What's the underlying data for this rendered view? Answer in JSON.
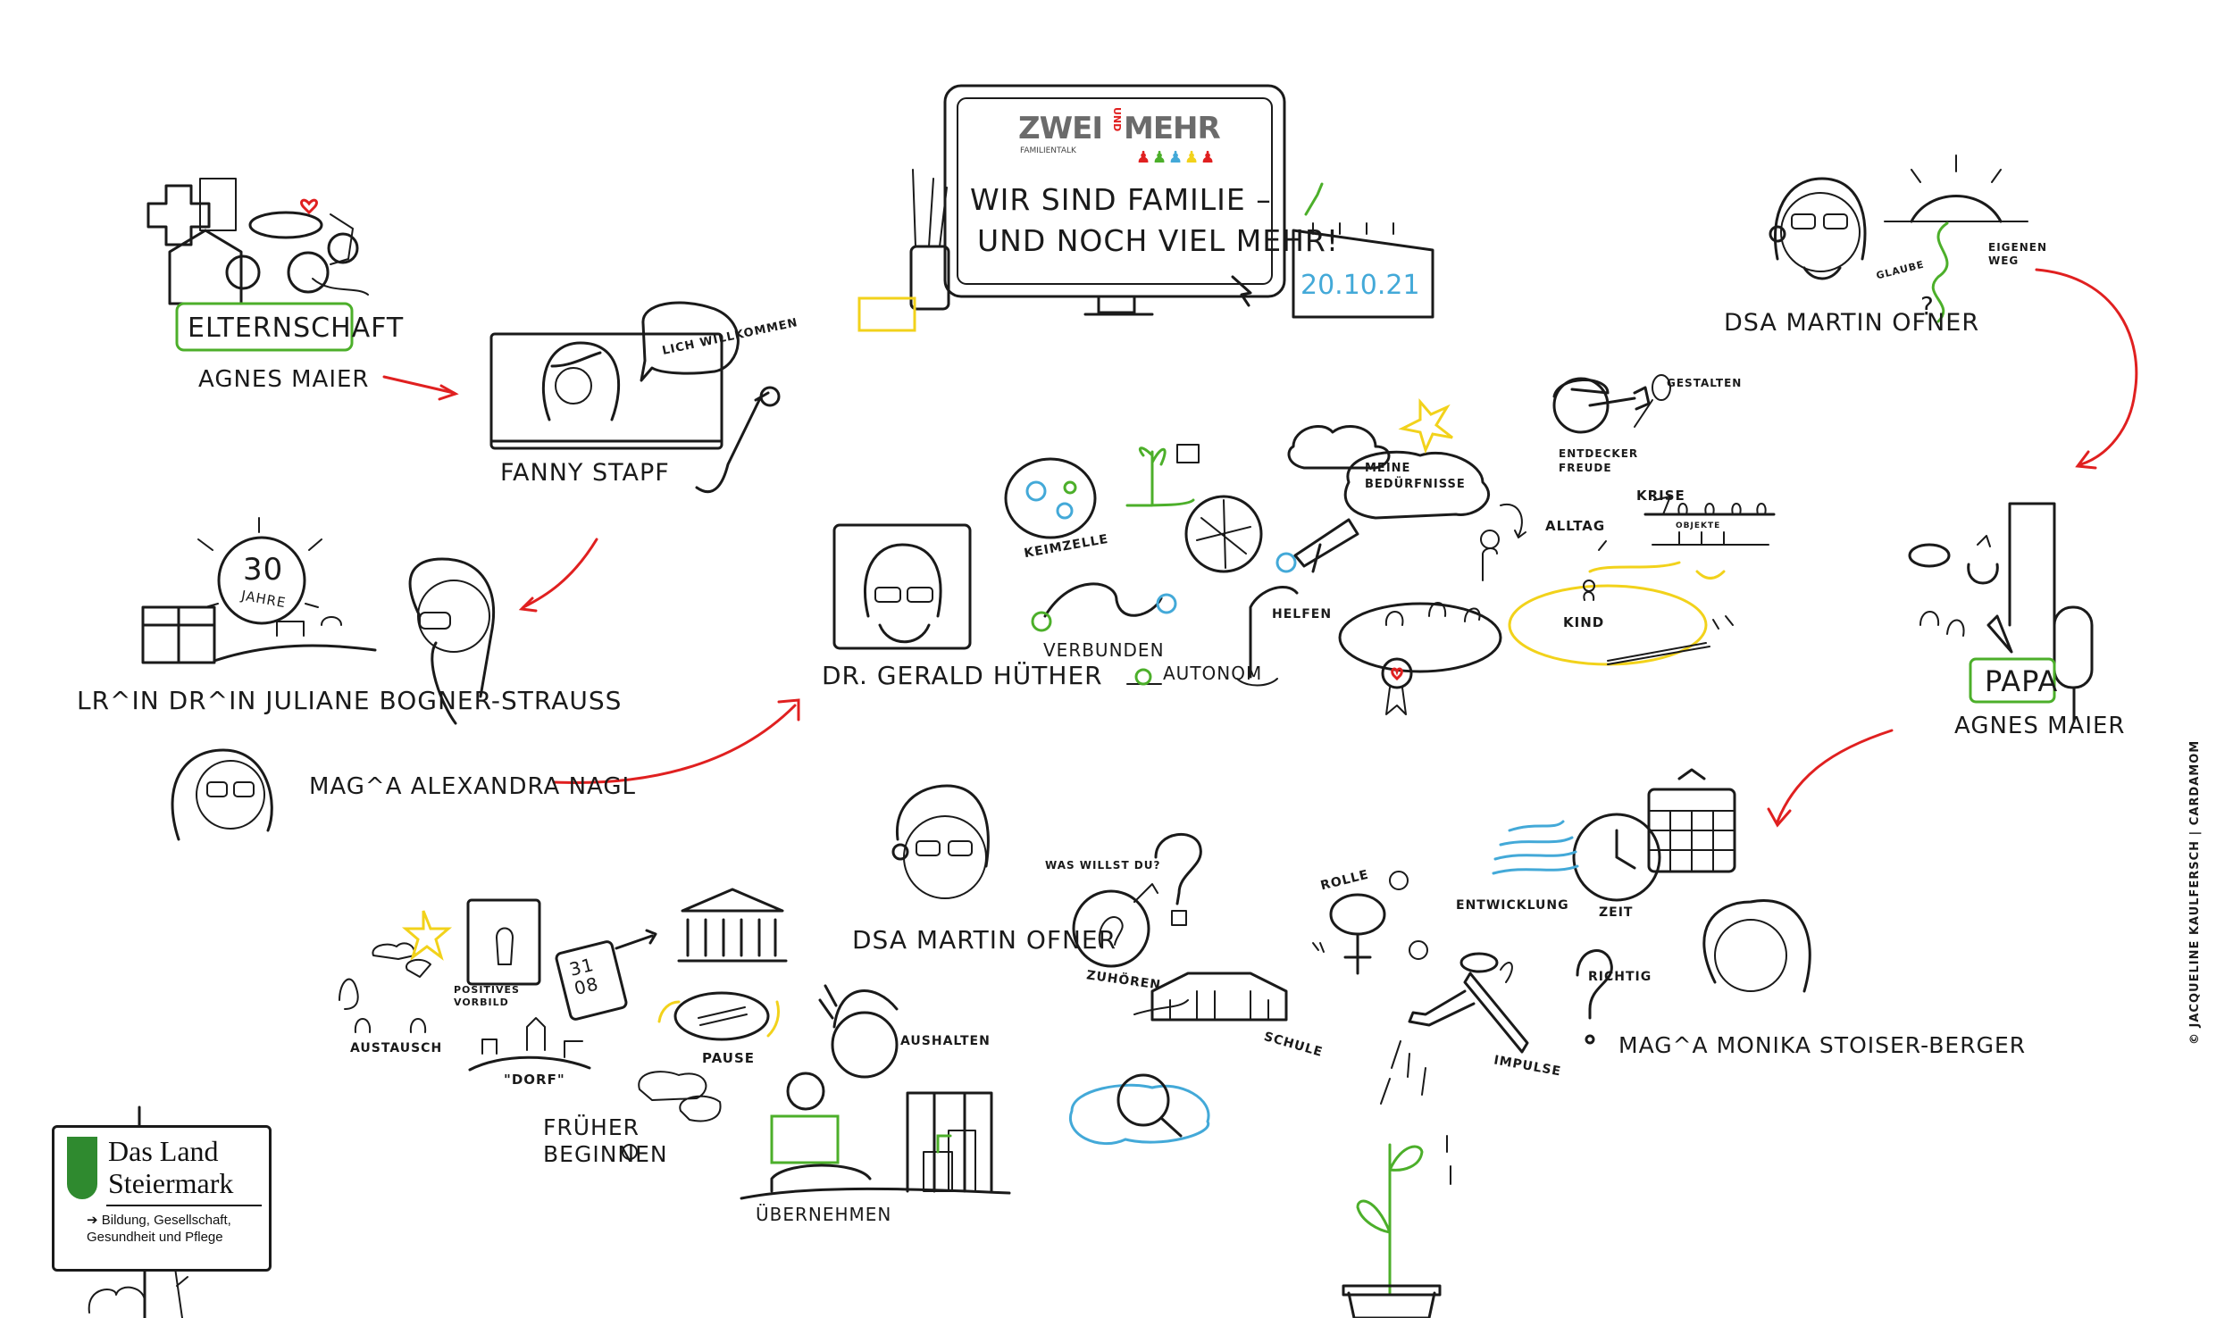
{
  "screen": {
    "logo": {
      "left": "ZWEI",
      "middle": "UND",
      "right": "MEHR",
      "sub": "FAMILIENTALK"
    },
    "headline_line1": "WIR SIND FAMILIE –",
    "headline_line2": "UND NOCH VIEL MEHR!",
    "date": "20.10.21"
  },
  "left_column": {
    "elternschaft_badge": "ELTERNSCHAFT",
    "agnes_name": "AGNES MAIER",
    "fanny_name": "FANNY STAPF",
    "welcome_bubble": "LICH WILLKOMMEN",
    "anniversary_number": "30",
    "anniversary_word": "JAHRE",
    "bogner_name": "LR^IN DR^IN JULIANE BOGNER-STRAUß",
    "nagl_name": "MAG^A ALEXANDRA NAGL"
  },
  "center_top": {
    "huether_name": "DR. GERALD HÜTHER",
    "keimzelle": "KEIMZELLE",
    "verbunden": "VERBUNDEN",
    "autonom": "AUTONOM",
    "helfen": "HELFEN",
    "beduerfnisse": "MEINE BEDÜRFNISSE",
    "alltag": "ALLTAG",
    "kind": "KIND",
    "krise": "KRISE",
    "objekte": "OBJEKTE",
    "entdecker": "ENTDECKER FREUDE",
    "gestalten": "GESTALTEN"
  },
  "right_column": {
    "ofner_name": "DSA MARTIN OFNER",
    "eigenen_weg": "EIGENEN WEG",
    "glaube": "GLAUBE",
    "papa_badge": "PAPA",
    "agnes_name": "AGNES MAIER"
  },
  "bottom": {
    "ofner_name": "DSA MARTIN OFNER",
    "austausch": "AUSTAUSCH",
    "positives_vorbild": "POSITIVES VORBILD",
    "calendar_date": "31 08",
    "dorf": "\"DORF\"",
    "pause": "PAUSE",
    "frueher_beginnen": "FRÜHER BEGINNEN",
    "aushalten": "AUSHALTEN",
    "uebernehmen": "ÜBERNEHMEN",
    "was_willst_du": "WAS WILLST DU?",
    "zuhoeren": "ZUHÖREN",
    "schule": "SCHULE",
    "rolle": "ROLLE",
    "entwicklung": "ENTWICKLUNG",
    "zeit": "ZEIT",
    "richtig": "RICHTIG",
    "impulse": "IMPULSE",
    "stoiser_name": "MAG^A MONIKA STOISER-BERGER"
  },
  "sign": {
    "title_line1": "Das Land",
    "title_line2": "Steiermark",
    "sub_line1": "➔ Bildung, Gesellschaft,",
    "sub_line2": "Gesundheit und Pflege"
  },
  "credit": "© JACQUELINE KAULFERSCH | CARDAMOM",
  "colors": {
    "arrow": "#e02020",
    "green": "#4caf2a",
    "blue": "#43a9d8",
    "yellow": "#f2d21b",
    "logo_grey": "#6b6b6b",
    "logo_red": "#e02020"
  }
}
